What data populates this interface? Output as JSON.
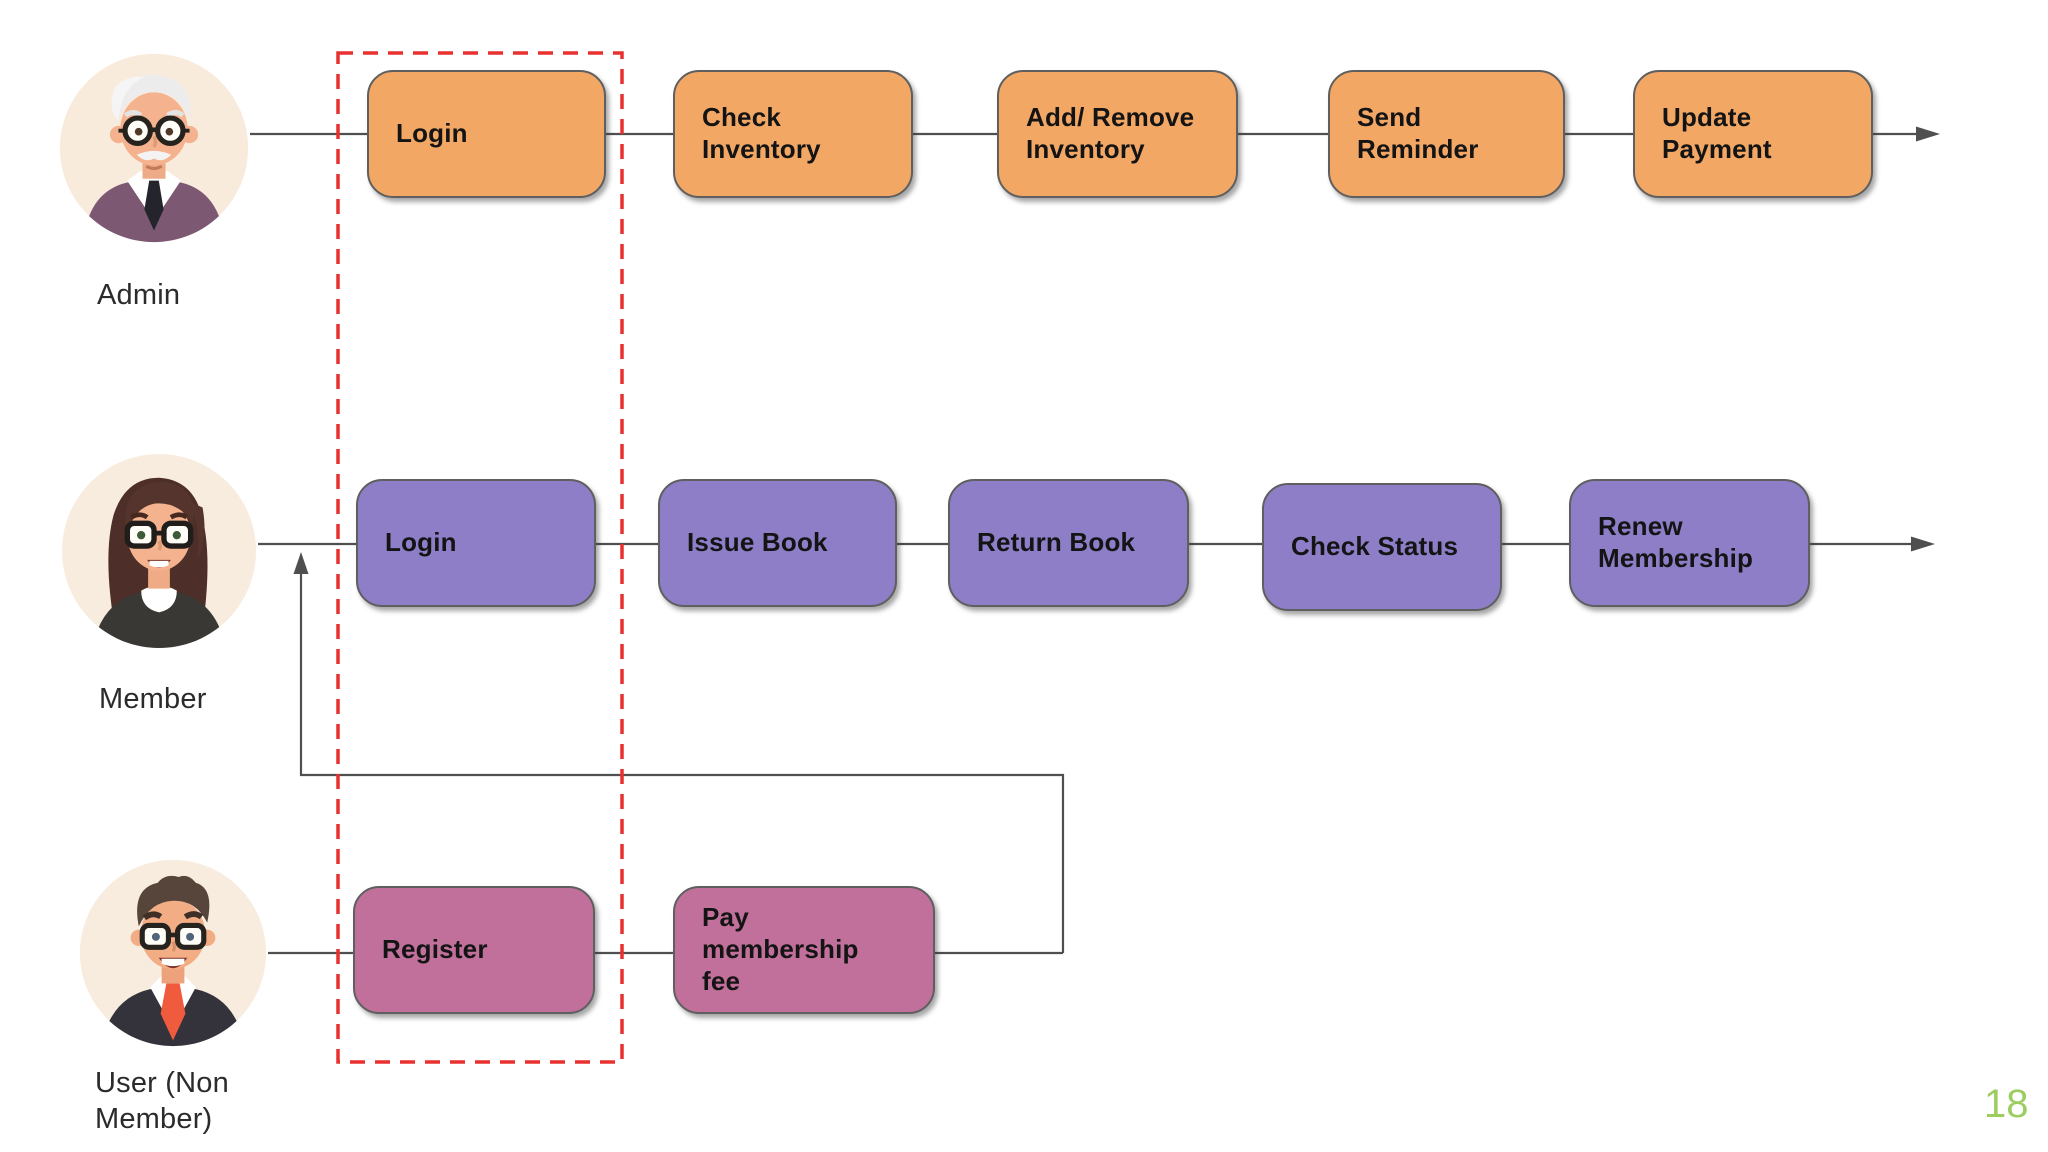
{
  "page": {
    "number": "18",
    "number_color": "#9ccd60",
    "background": "#ffffff"
  },
  "diagram": {
    "login_highlight": {
      "shape": "dashed-rectangle",
      "color": "#e8312e",
      "style": "dashed"
    },
    "line_color": "#4f4f4f",
    "box_text_color": "#141414",
    "rows": [
      {
        "actor": {
          "label": "Admin"
        },
        "box_color": "#f3a765",
        "steps": [
          {
            "label": "Login"
          },
          {
            "label": "Check Inventory"
          },
          {
            "label": "Add/ Remove Inventory"
          },
          {
            "label": "Send Reminder"
          },
          {
            "label": "Update Payment"
          }
        ]
      },
      {
        "actor": {
          "label": "Member"
        },
        "box_color": "#8d7ec7",
        "steps": [
          {
            "label": "Login"
          },
          {
            "label": "Issue Book"
          },
          {
            "label": "Return Book"
          },
          {
            "label": "Check Status"
          },
          {
            "label": "Renew Membership"
          }
        ]
      },
      {
        "actor": {
          "label": "User (Non Member)"
        },
        "box_color": "#c0709a",
        "steps": [
          {
            "label": "Register"
          },
          {
            "label": "Pay membership fee"
          }
        ]
      }
    ]
  }
}
